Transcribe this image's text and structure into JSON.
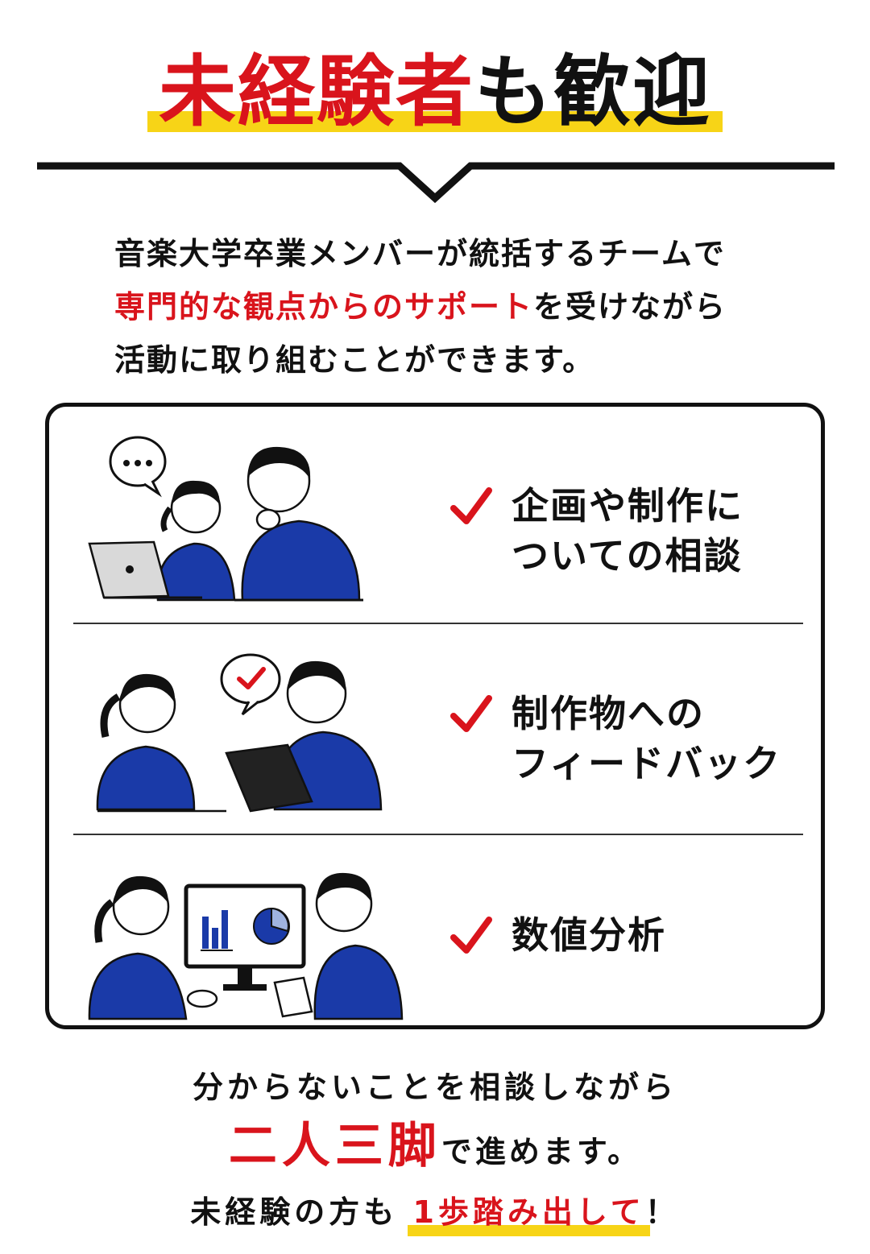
{
  "headline": {
    "red_part": "未経験者",
    "black_part": "も歓迎"
  },
  "intro": {
    "line1": "音楽大学卒業メンバーが統括するチームで",
    "line2_red": "専門的な観点からのサポート",
    "line2_black": "を受けながら",
    "line3": "活動に取り組むことができます。"
  },
  "features": [
    {
      "line1": "企画や制作に",
      "line2": "ついての相談",
      "icon": "check-icon"
    },
    {
      "line1": "制作物への",
      "line2": "フィードバック",
      "icon": "check-icon"
    },
    {
      "line1": "数値分析",
      "line2": "",
      "icon": "check-icon"
    }
  ],
  "outro": {
    "line1": "分からないことを相談しながら",
    "line2_red": "二人三脚",
    "line2_black": "で進めます。",
    "line3_black": "未経験の方も",
    "line3_red": "1歩踏み出して",
    "line3_end": "！"
  },
  "colors": {
    "accent_red": "#d9141c",
    "highlight_yellow": "#f7d417",
    "hoodie_blue": "#1a3aa8"
  }
}
